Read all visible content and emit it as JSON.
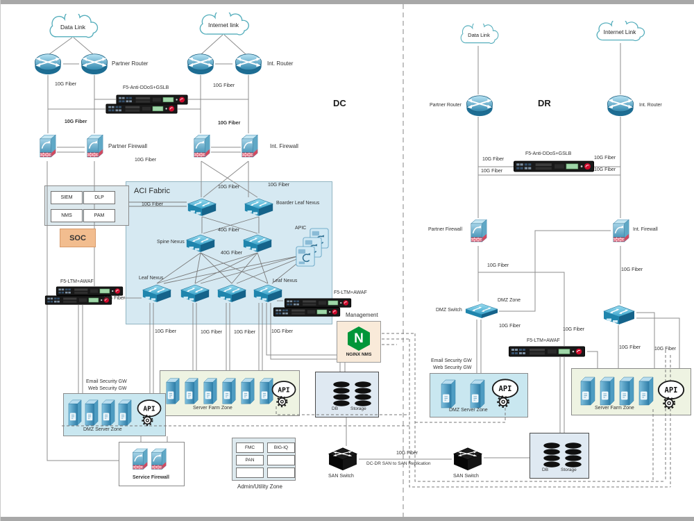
{
  "diagram": {
    "api_icon_label": "API",
    "nginx_logo_letter": "N",
    "links": {
      "fiber_10g": "10G Fiber",
      "fiber_40g": "40G Fiber",
      "replication": "DC-DR SAN to SAN Replication"
    },
    "dc": {
      "region_label": "DC",
      "data_link_cloud": "Data Link",
      "internet_cloud": "Internet link",
      "partner_router": "Partner Router",
      "int_router": "Int. Router",
      "f5_ddos": "F5-Anti-DDoS+GSLB",
      "partner_firewall": "Partner Firewall",
      "int_firewall": "Int. Firewall",
      "soc_box": {
        "items": [
          "SIEM",
          "DLP",
          "NMS",
          "PAM"
        ],
        "label": "SOC"
      },
      "aci": {
        "title": "ACI Fabric",
        "border_leaf": "Boarder Leaf Nexus",
        "spine": "Spine Nexus",
        "leaf_left": "Leaf Nexus",
        "leaf_right": "Leaf Nexus",
        "apic": "APIC"
      },
      "f5_ltm_left": "F5-LTM+AWAF",
      "f5_ltm_right": "F5-LTM+AWAF",
      "management": {
        "title": "Management",
        "nginx": "NGINX NMS"
      },
      "server_farm_zone": "Server Farm Zone",
      "email_gw": "Email Security GW",
      "web_gw": "Web Security GW",
      "dmz_server_zone": "DMZ Server Zone",
      "service_firewall": "Service Firewall",
      "admin_zone": {
        "title": "Admin/Utility Zone",
        "items": [
          "FMC",
          "BIG-IQ",
          "PAN",
          "",
          "",
          ""
        ]
      },
      "db": "DB",
      "storage": "Storage",
      "san_switch": "SAN Switch"
    },
    "dr": {
      "region_label": "DR",
      "data_link_cloud": "Data Link",
      "internet_cloud": "Internet Link",
      "partner_router": "Partner Router",
      "int_router": "Int. Router",
      "f5_ddos": "F5-Anti-DDoS+GSLB",
      "partner_firewall": "Partner Firewall",
      "int_firewall": "Int. Firewall",
      "dmz_switch": "DMZ Switch",
      "dmz_zone": "DMZ Zone",
      "f5_ltm": "F5-LTM+AWAF",
      "email_gw": "Email Security GW",
      "web_gw": "Web Security GW",
      "dmz_server_zone": "DMZ Server Zone",
      "server_farm_zone": "Server Farm Zone",
      "db": "DB",
      "storage": "Storage",
      "san_switch": "SAN Switch"
    },
    "colors": {
      "aci_fabric_bg": "#d6e9f2",
      "soc_bg": "#f2bd8f",
      "nginx_green": "#009639",
      "server_farm_bg": "#eef3e2",
      "dmz_zone_bg": "#c9e7f0",
      "db_bg": "#dfe9f2",
      "cloud_stroke": "#55aebc",
      "line": "#8c8c8c"
    }
  }
}
